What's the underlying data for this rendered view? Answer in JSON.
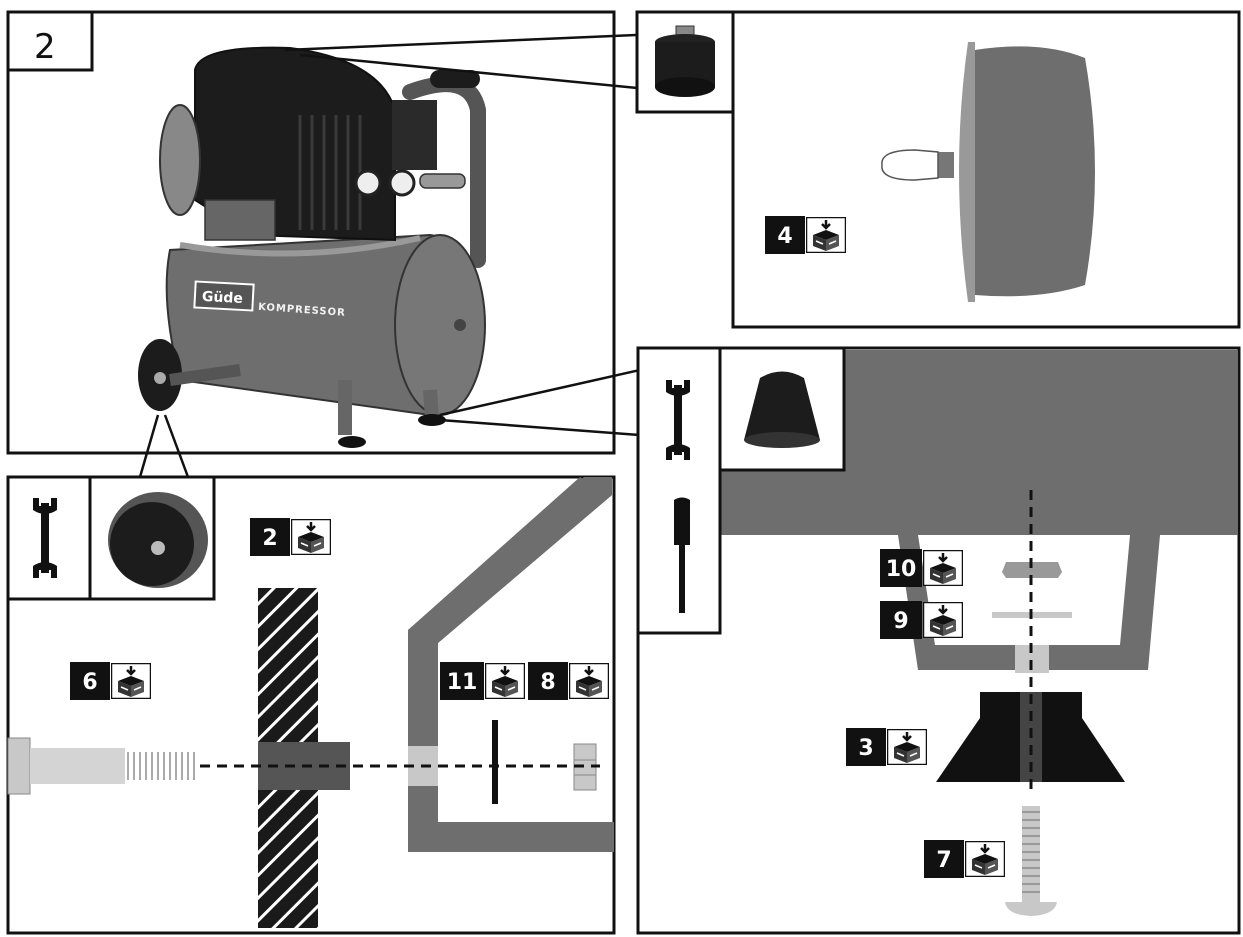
{
  "figure": {
    "number": "2"
  },
  "product": {
    "brand": "Güde",
    "label": "KOMPRESSOR"
  },
  "icons": {
    "wrench": "wrench-icon",
    "screwdriver": "screwdriver-icon",
    "parts_box": "parts-box-icon"
  },
  "badges": {
    "panel_top_right": [
      {
        "number": "4"
      }
    ],
    "panel_bottom_left": [
      {
        "number": "2"
      },
      {
        "number": "6"
      },
      {
        "number": "11"
      },
      {
        "number": "8"
      }
    ],
    "panel_bottom_right": [
      {
        "number": "10"
      },
      {
        "number": "9"
      },
      {
        "number": "3"
      },
      {
        "number": "7"
      }
    ]
  },
  "colors": {
    "body_gray": "#6e6e6e",
    "dark": "#1c1c1c",
    "light_gray": "#c8c8c8",
    "line": "#111111"
  }
}
